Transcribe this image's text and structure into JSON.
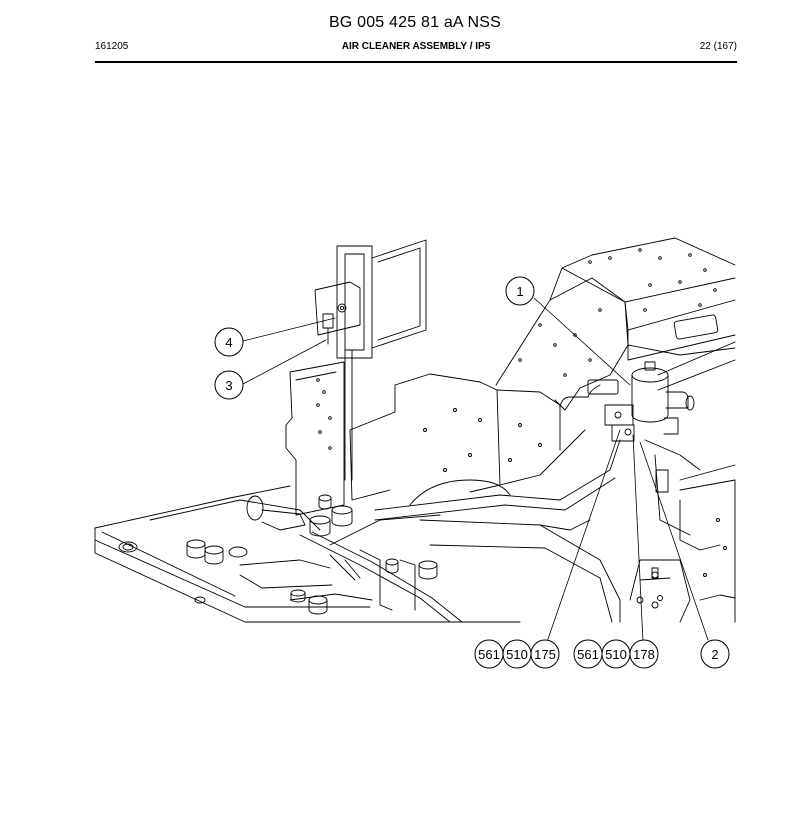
{
  "header": {
    "document_number": "BG 005 425 81 aA NSS",
    "date_code": "161205",
    "section_title": "AIR CLEANER ASSEMBLY / IP5",
    "page_label": "22 (167)"
  },
  "callouts": [
    {
      "id": "c-1",
      "label": "1"
    },
    {
      "id": "c-4",
      "label": "4"
    },
    {
      "id": "c-3",
      "label": "3"
    },
    {
      "id": "c-561a",
      "label": "561"
    },
    {
      "id": "c-510a",
      "label": "510"
    },
    {
      "id": "c-175",
      "label": "175"
    },
    {
      "id": "c-561b",
      "label": "561"
    },
    {
      "id": "c-510b",
      "label": "510"
    },
    {
      "id": "c-178",
      "label": "178"
    },
    {
      "id": "c-2",
      "label": "2"
    }
  ]
}
